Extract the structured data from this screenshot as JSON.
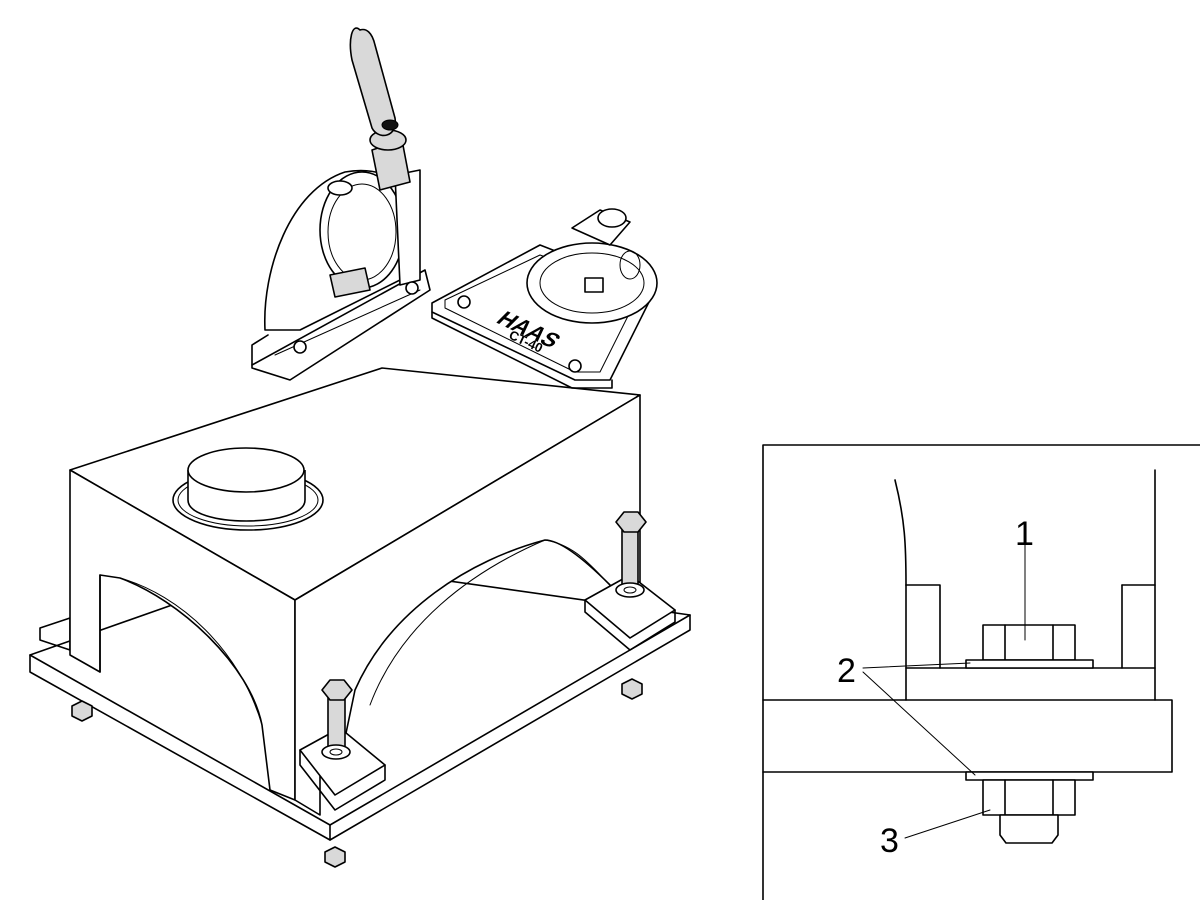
{
  "plate": {
    "logo": "HAAS",
    "model": "CT-40"
  },
  "detail": {
    "callouts": [
      {
        "label": "1",
        "icon": "bolt-head-icon"
      },
      {
        "label": "2",
        "icon": "washer-icon"
      },
      {
        "label": "3",
        "icon": "nut-icon"
      }
    ]
  }
}
